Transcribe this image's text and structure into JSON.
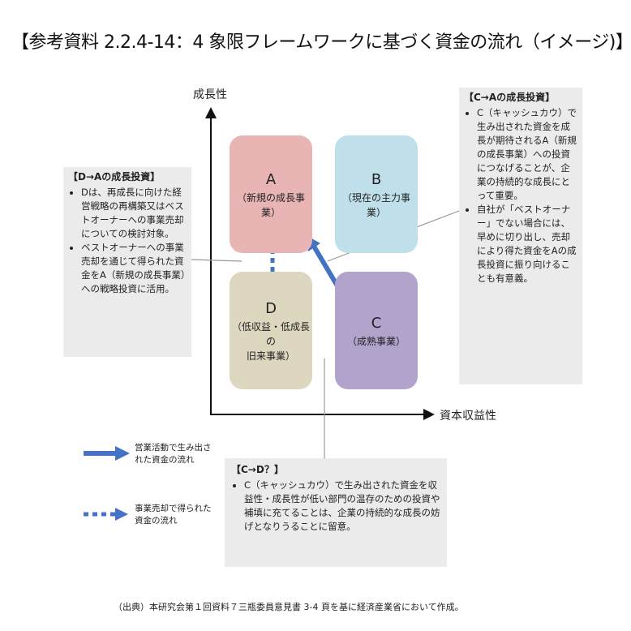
{
  "title": "【参考資料 2.2.4-14：4 象限フレームワークに基づく資金の流れ（イメージ)】",
  "axes": {
    "y_label": "成長性",
    "x_label": "資本収益性"
  },
  "quadrants": {
    "A": {
      "letter": "A",
      "label": "（新規の成長事業）",
      "color": "#e8b4b4"
    },
    "B": {
      "letter": "B",
      "label": "（現在の主力事業）",
      "color": "#bfe0ea"
    },
    "C": {
      "letter": "C",
      "label": "（成熟事業）",
      "color": "#b1a3cc"
    },
    "D": {
      "letter": "D",
      "label1": "（低収益・低成長の",
      "label2": "旧来事業）",
      "color": "#ddd7c0"
    }
  },
  "box_d_to_a": {
    "heading": "【D→Aの成長投資】",
    "items": [
      "Dは、再成長に向けた経営戦略の再構築又はベストオーナーへの事業売却についての検討対象。",
      "ベストオーナーへの事業売却を通じて得られた資金をA（新規の成長事業）への戦略投資に活用。"
    ]
  },
  "box_c_to_a": {
    "heading": "【C→Aの成長投資】",
    "items": [
      "C（キャッシュカウ）で生み出された資金を成長が期待されるA（新規の成長事業）への投資につなげることが、企業の持続的な成長にとって重要。",
      "自社が「ベストオーナー」でない場合には、早めに切り出し、売却により得た資金をAの成長投資に振り向けることも有意義。"
    ]
  },
  "box_c_to_d": {
    "heading": "【C→D？】",
    "items": [
      "C（キャッシュカウ）で生み出された資金を収益性・成長性が低い部門の温存のための投資や補填に充てることは、企業の持続的な成長の妨げとなりうることに留意。"
    ]
  },
  "legend": {
    "solid_label_1": "営業活動で生み出さ",
    "solid_label_2": "れた資金の流れ",
    "dashed_label_1": "事業売却で得られた",
    "dashed_label_2": "資金の流れ"
  },
  "colors": {
    "arrow_blue": "#4472c4",
    "box_gray": "#ebebeb",
    "axis": "#111111",
    "leader": "#999999"
  },
  "footnote": "（出典）本研究会第１回資料７三瓶委員意見書 3-4 頁を基に経済産業省において作成。"
}
